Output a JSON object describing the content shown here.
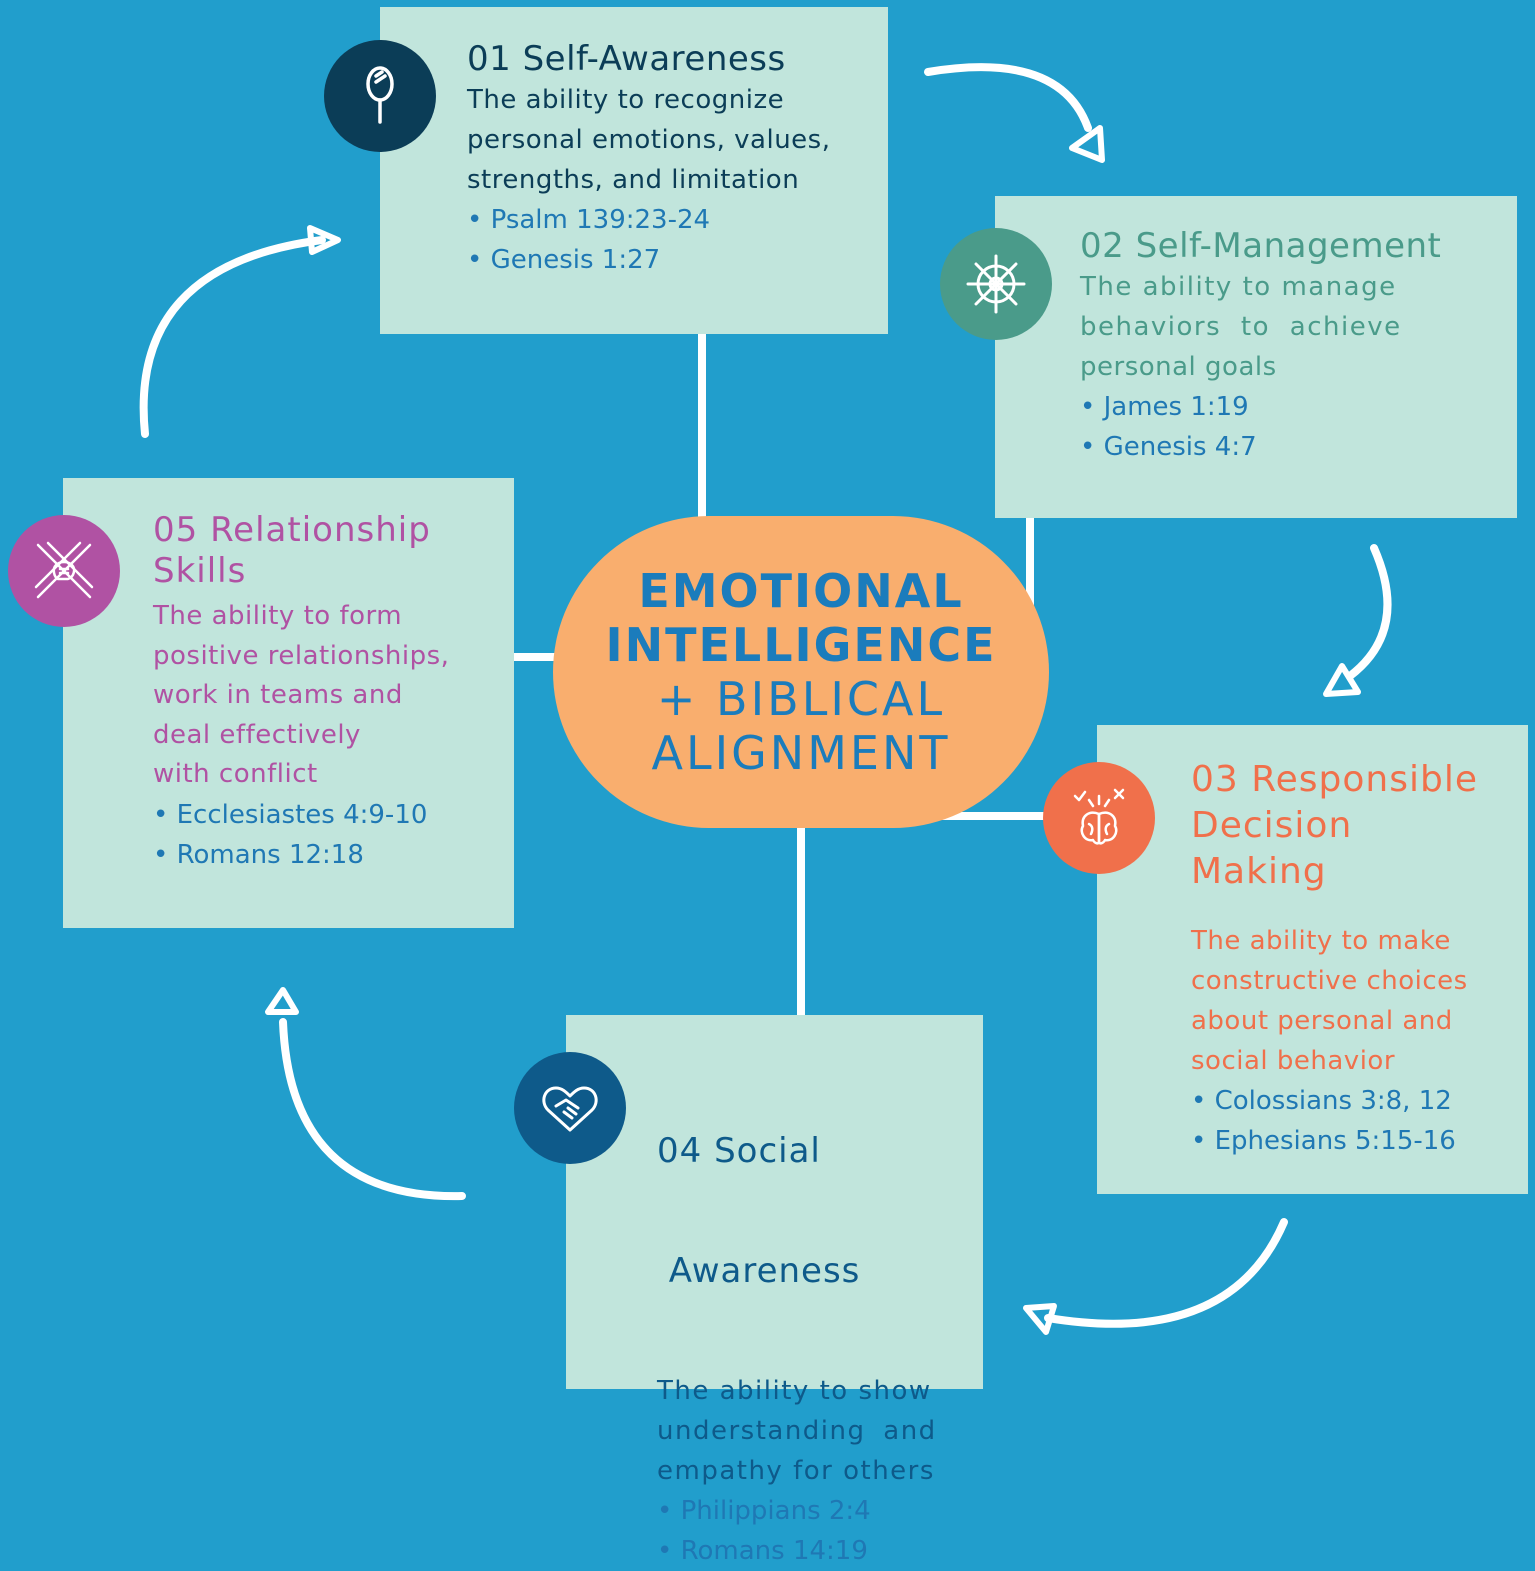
{
  "center": {
    "line1": "EMOTIONAL",
    "line2": "INTELLIGENCE",
    "line3": "+ BIBLICAL",
    "line4": "ALIGNMENT"
  },
  "items": [
    {
      "title": "01 Self-Awareness",
      "description": [
        "The ability to recognize",
        "personal emotions, values,",
        "strengths, and limitation"
      ],
      "references": [
        "• Psalm 139:23-24",
        "• Genesis 1:27"
      ],
      "icon": "mirror-icon",
      "color": "#0b3d57"
    },
    {
      "title": "02 Self-Management",
      "description": [
        "The ability to manage",
        "behaviors to achieve",
        "personal goals"
      ],
      "references": [
        "• James 1:19",
        "• Genesis 4:7"
      ],
      "icon": "ship-wheel-icon",
      "color": "#4a9b8a"
    },
    {
      "title": [
        "03 Responsible",
        "Decision",
        "Making"
      ],
      "description": [
        "The ability to make",
        "constructive choices",
        "about personal and",
        "social behavior"
      ],
      "references": [
        "• Colossians 3:8, 12",
        "• Ephesians 5:15-16"
      ],
      "icon": "brain-icon",
      "color": "#f0704b"
    },
    {
      "title": [
        "04 Social",
        " Awareness"
      ],
      "description": [
        "The ability to show",
        "understanding and",
        "empathy for others"
      ],
      "references": [
        "• Philippians 2:4",
        "• Romans 14:19"
      ],
      "icon": "heart-handshake-icon",
      "color": "#0e5a8a"
    },
    {
      "title": [
        "05 Relationship",
        "Skills"
      ],
      "description": [
        "The ability to form",
        "positive relationships,",
        "work in teams and",
        "deal effectively",
        "with conflict"
      ],
      "references": [
        "• Ecclesiastes 4:9-10",
        "• Romans 12:18"
      ],
      "icon": "stacked-hands-icon",
      "color": "#b052a3"
    }
  ],
  "colors": {
    "background": "#219ecc",
    "box": "#c1e5dc",
    "center": "#f9ae6e",
    "reference_text": "#1f78b4",
    "center_text": "#1b7cbc"
  }
}
